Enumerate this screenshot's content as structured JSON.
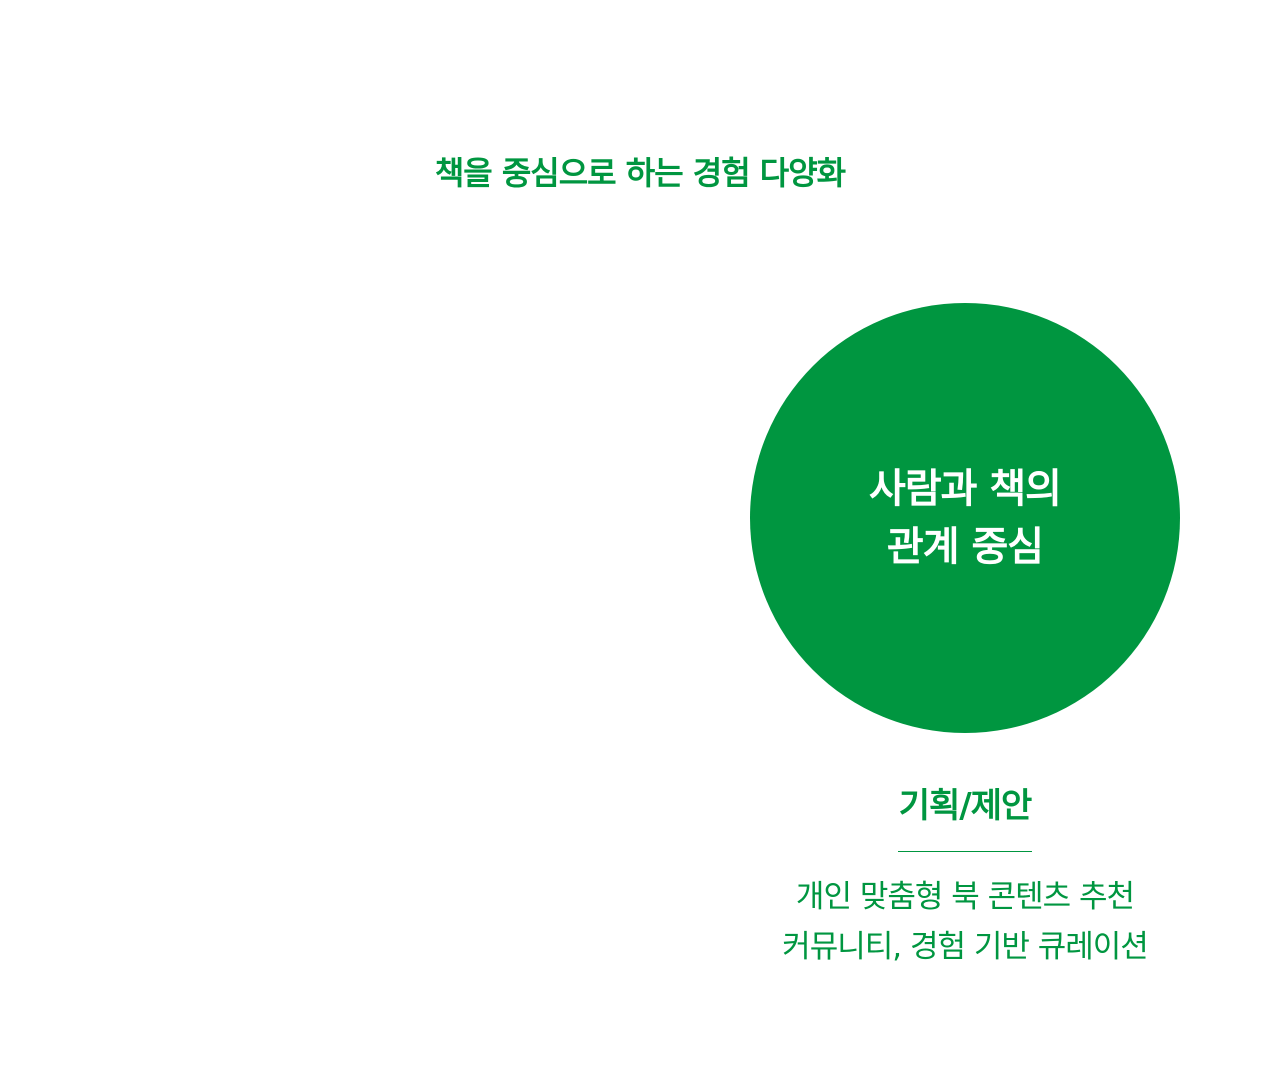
{
  "headline": "책을 중심으로 하는 경험 다양화",
  "circle": {
    "line1": "사람과 책의",
    "line2": "관계 중심",
    "color": "#009640"
  },
  "section": {
    "title": "기획/제안",
    "lines": [
      "개인 맞춤형 북 콘텐츠 추천",
      "커뮤니티, 경험 기반 큐레이션"
    ]
  }
}
